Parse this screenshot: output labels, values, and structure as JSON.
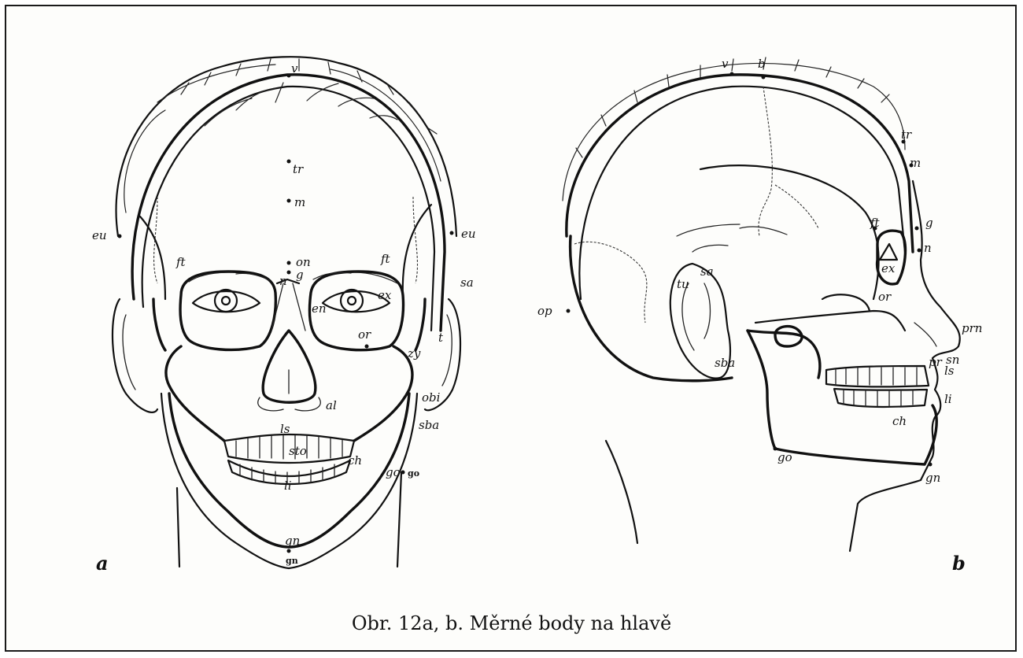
{
  "figure": {
    "caption": "Obr. 12a, b. Měrné body na hlavě"
  },
  "panel_a": {
    "label": "a",
    "points": [
      "v",
      "tr",
      "m",
      "on",
      "g",
      "n",
      "eu",
      "eu",
      "ft",
      "ft",
      "sa",
      "ex",
      "en",
      "or",
      "zy",
      "t",
      "obi",
      "al",
      "sba",
      "ls",
      "sto",
      "ch",
      "go",
      "go",
      "li",
      "gn",
      "gn"
    ]
  },
  "panel_b": {
    "label": "b",
    "points": [
      "v",
      "b",
      "tr",
      "m",
      "g",
      "n",
      "ft",
      "ex",
      "or",
      "sa",
      "tu",
      "op",
      "sba",
      "prn",
      "sn",
      "pr",
      "ls",
      "li",
      "ch",
      "go",
      "gn"
    ]
  }
}
